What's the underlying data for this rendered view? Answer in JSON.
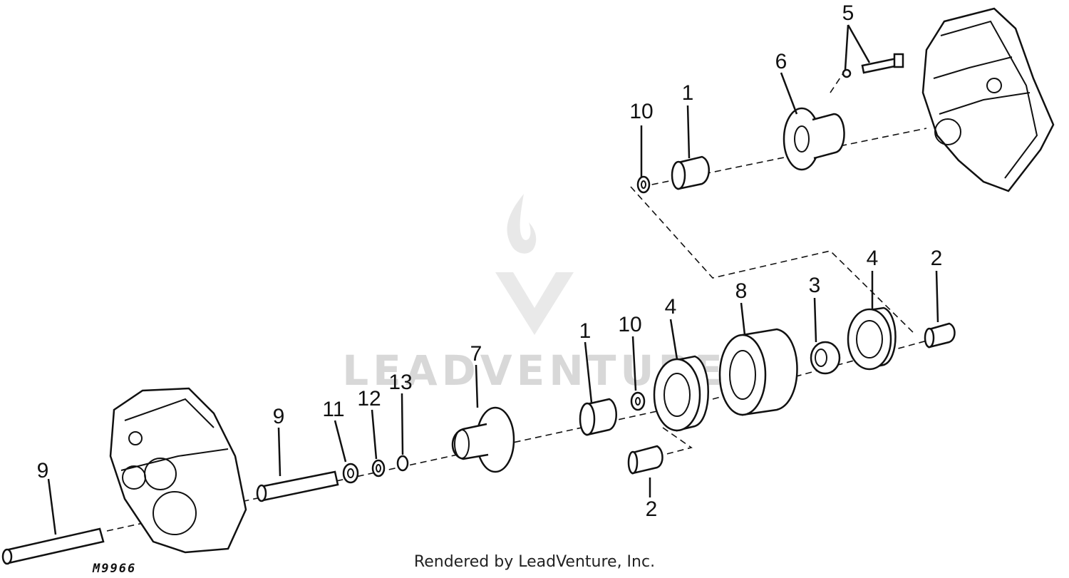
{
  "diagram": {
    "callouts": [
      {
        "id": "c10a",
        "label": "10"
      },
      {
        "id": "c1a",
        "label": "1"
      },
      {
        "id": "c6",
        "label": "6"
      },
      {
        "id": "c5",
        "label": "5"
      },
      {
        "id": "c4a",
        "label": "4"
      },
      {
        "id": "c2a",
        "label": "2"
      },
      {
        "id": "c8",
        "label": "8"
      },
      {
        "id": "c3",
        "label": "3"
      },
      {
        "id": "c4b",
        "label": "4"
      },
      {
        "id": "c10b",
        "label": "10"
      },
      {
        "id": "c1b",
        "label": "1"
      },
      {
        "id": "c7",
        "label": "7"
      },
      {
        "id": "c13",
        "label": "13"
      },
      {
        "id": "c12",
        "label": "12"
      },
      {
        "id": "c11",
        "label": "11"
      },
      {
        "id": "c9a",
        "label": "9"
      },
      {
        "id": "c9b",
        "label": "9"
      },
      {
        "id": "c2b",
        "label": "2"
      }
    ],
    "figure_id": "M9966",
    "watermark": "LEADVENTURE"
  },
  "footer": {
    "credit": "Rendered by LeadVenture, Inc."
  }
}
